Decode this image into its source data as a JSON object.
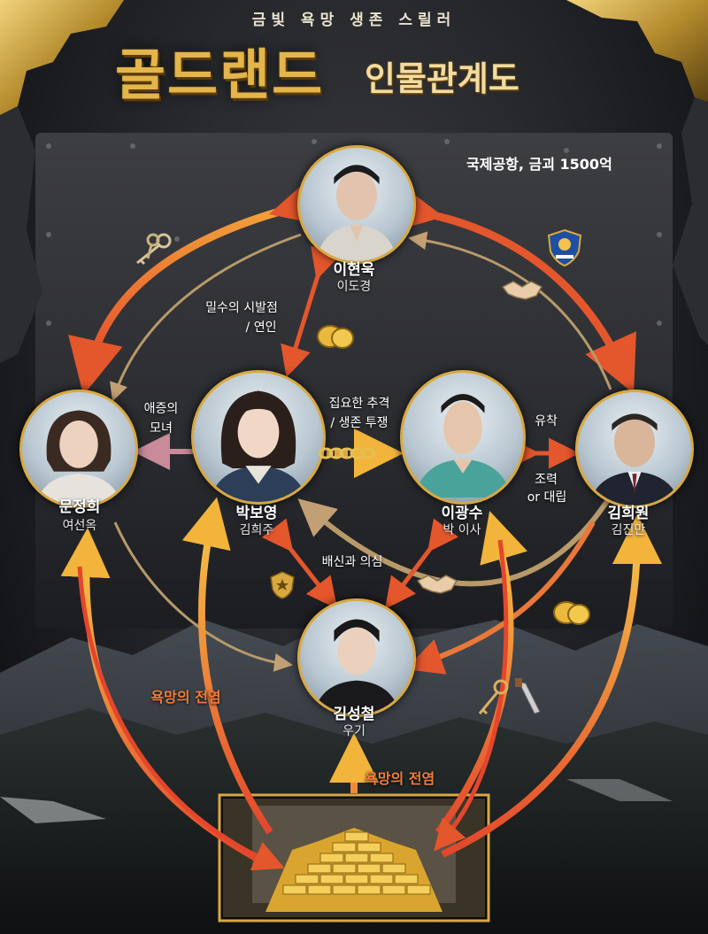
{
  "header": {
    "tagline": "금빛 욕망 생존 스릴러",
    "title": "골드랜드",
    "subtitle": "인물관계도"
  },
  "badge": {
    "airport": "국제공항, 금괴 1500억"
  },
  "characters": [
    {
      "name": "이현욱",
      "role": "이도경"
    },
    {
      "name": "문정희",
      "role": "여선옥"
    },
    {
      "name": "박보영",
      "role": "김희주"
    },
    {
      "name": "이광수",
      "role": "박 이사"
    },
    {
      "name": "김희원",
      "role": "김진만"
    },
    {
      "name": "김성철",
      "role": "우기"
    }
  ],
  "relations": {
    "accomplice_1": "밀수의 시발점",
    "accomplice_2": "/ 연인",
    "mother_1": "애증의",
    "mother_2": "모녀",
    "chase_1": "집요한 추격",
    "chase_2": "/ 생존 투쟁",
    "collusion_1": "유착",
    "collusion_2": "조력",
    "collusion_3": "or 대립",
    "betrayal": "배신과 의심",
    "greed_left": "욕망의 전염",
    "greed_bottom": "욕망의 전염"
  },
  "icons": [
    "keys-icon",
    "police-badge-icon",
    "handshake-icon",
    "gold-coins-icon",
    "sheriff-badge-icon",
    "key-knife-icon",
    "chain-icon"
  ],
  "colors": {
    "gold": "#d9a840",
    "orange_red": "#e4562c",
    "tan": "#b89a6a",
    "amber": "#f2b43a",
    "pink": "#c98a9a"
  }
}
